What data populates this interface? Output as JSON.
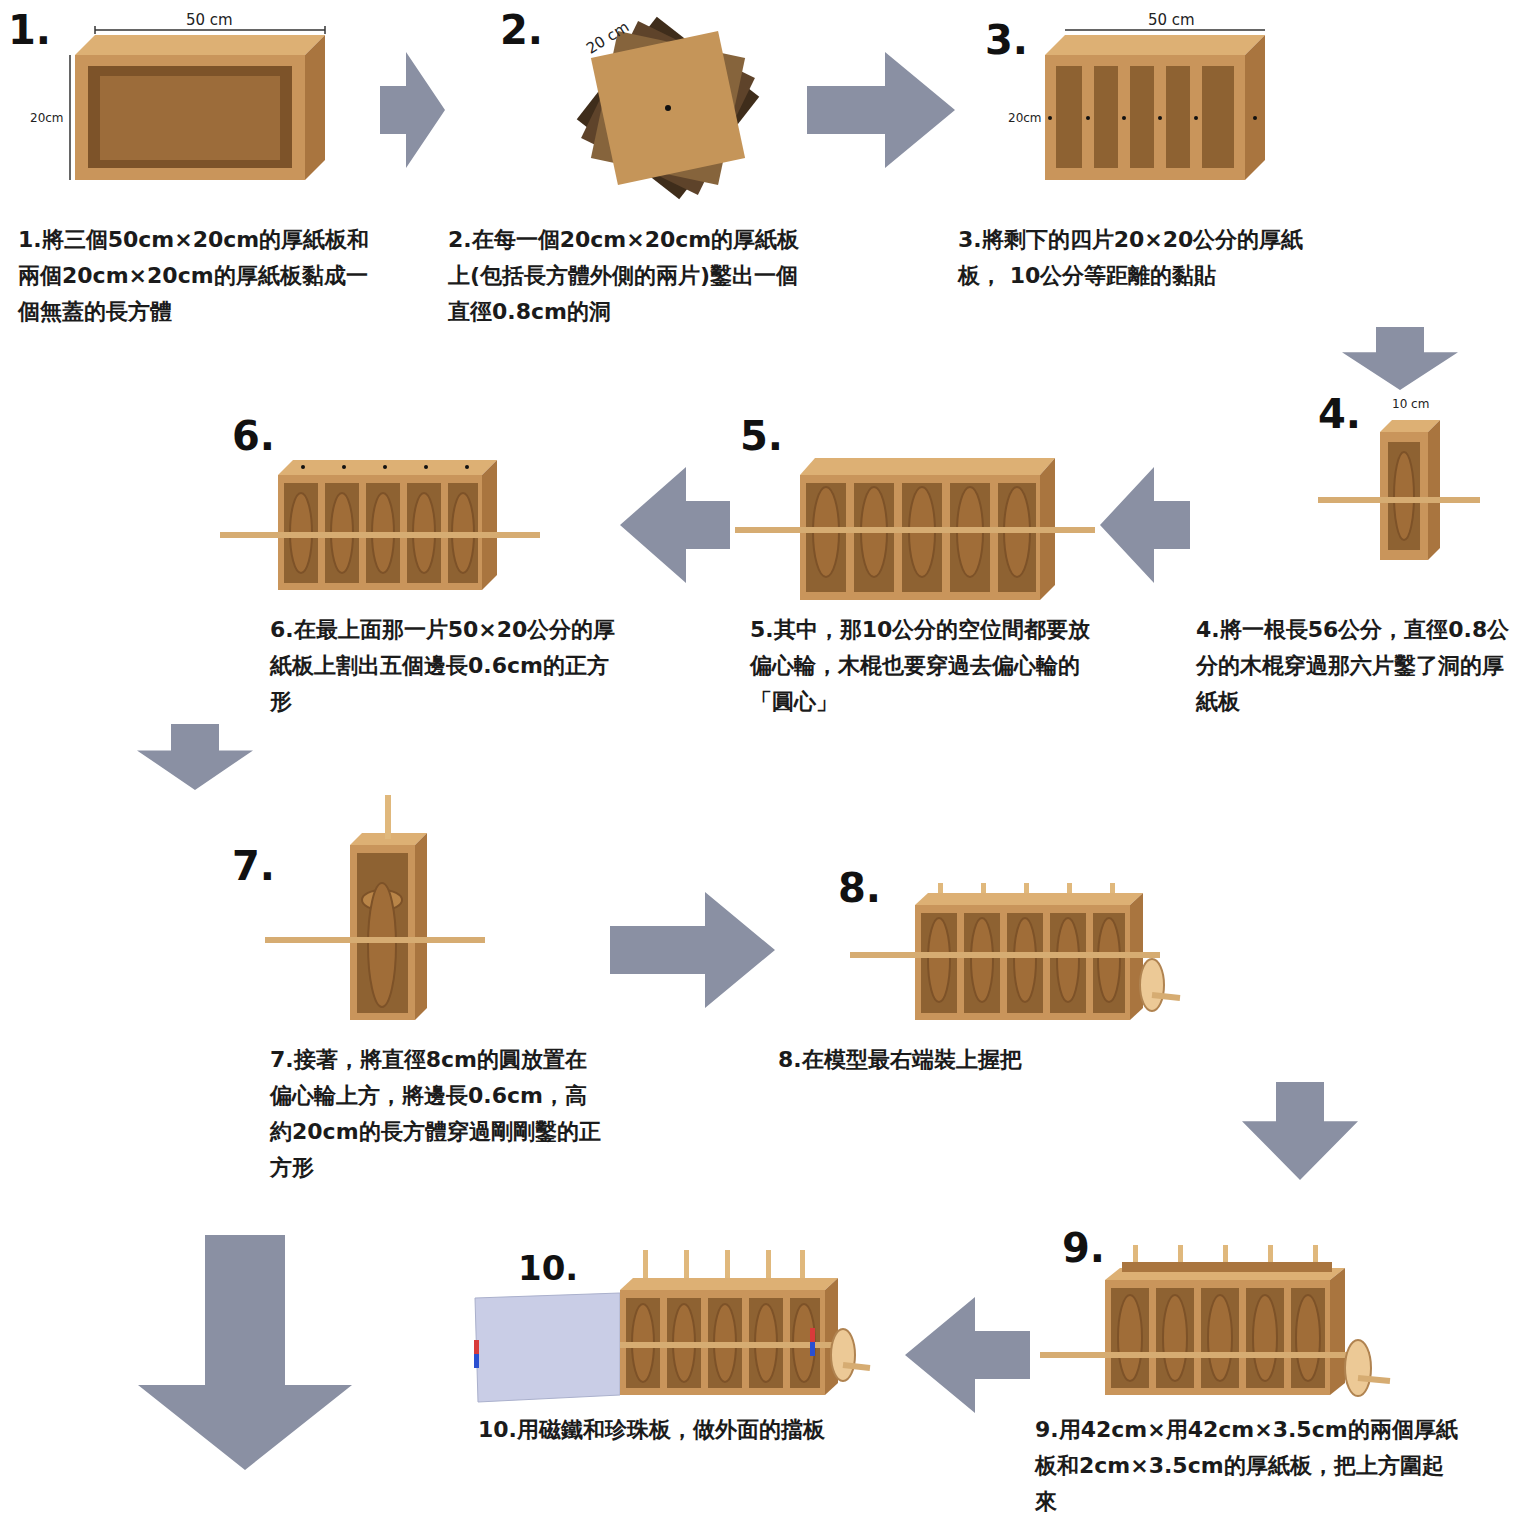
{
  "diagram": {
    "nodes": [
      {
        "text": [
          "1.",
          "1.將三個50cm×20cm的厚紙板和兩個20cm×20cm的厚紙板黏成一個無蓋的長方體"
        ]
      },
      {
        "text": [
          "2.",
          "2.在每一個20cm×20cm的厚紙板上(包括長方體外側的兩片)鑿出一個直徑0.8cm的洞"
        ]
      },
      {
        "text": [
          "3.",
          "3.將剩下的四片20×20公分的厚紙板， 10公分等距離的黏貼"
        ]
      },
      {
        "text": [
          "4.",
          "4.將一根長56公分，直徑0.8公分的木棍穿過那六片鑿了洞的厚紙板"
        ]
      },
      {
        "text": [
          "5.",
          "5.其中，那10公分的空位間都要放偏心輪，木棍也要穿過去偏心輪的「圓心」"
        ]
      },
      {
        "text": [
          "6.",
          "6.在最上面那一片50×20公分的厚紙板上割出五個邊長0.6cm的正方形"
        ]
      },
      {
        "text": [
          "7.",
          "7.接著，將直徑8cm的圓放置在偏心輪上方，將邊長0.6cm，高約20cm的長方體穿過剛剛鑿的正方形"
        ]
      },
      {
        "text": [
          "8.",
          "8.在模型最右端裝上握把"
        ]
      },
      {
        "text": [
          "9.",
          "9.用42cm×用42cm×3.5cm的兩個厚紙板和2cm×3.5cm的厚紙板，把上方圍起來"
        ]
      },
      {
        "text": [
          "10.",
          "10.用磁鐵和珍珠板，做外面的擋板"
        ]
      }
    ],
    "edges": [
      {
        "from": 0,
        "to": 1,
        "arrow": "to"
      },
      {
        "from": 1,
        "to": 2,
        "arrow": "to"
      },
      {
        "from": 2,
        "to": 3,
        "arrow": "to"
      },
      {
        "from": 3,
        "to": 4,
        "arrow": "to"
      },
      {
        "from": 4,
        "to": 5,
        "arrow": "to"
      },
      {
        "from": 5,
        "to": 6,
        "arrow": "to"
      },
      {
        "from": 6,
        "to": 7,
        "arrow": "to"
      },
      {
        "from": 7,
        "to": 8,
        "arrow": "to"
      },
      {
        "from": 8,
        "to": 9,
        "arrow": "to"
      }
    ],
    "labels": [
      "50 cm",
      "20cm",
      "20 cm",
      "50 cm",
      "20cm",
      "10 cm"
    ]
  }
}
